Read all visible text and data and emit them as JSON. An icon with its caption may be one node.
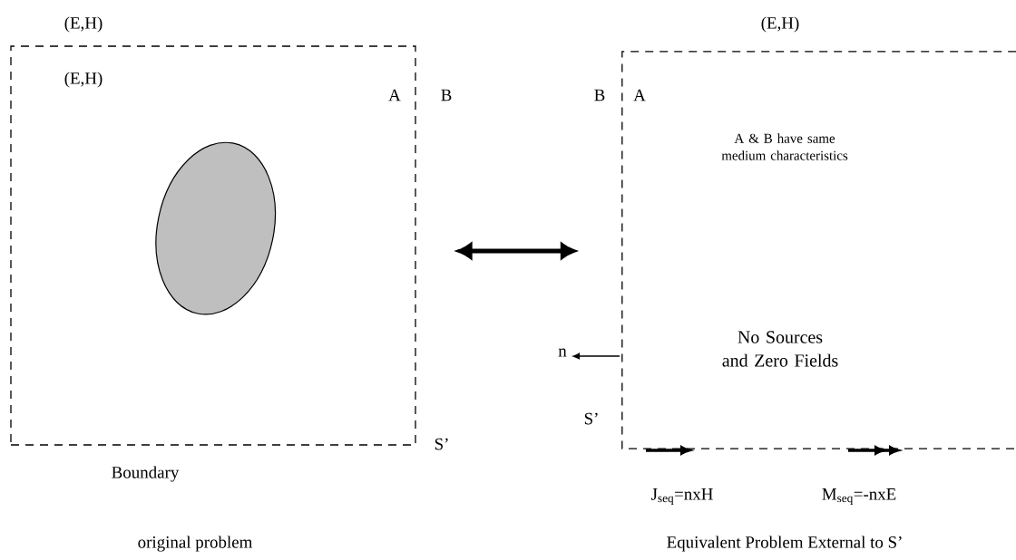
{
  "diagram": {
    "nodes": [
      {
        "text": [],
        "shape": "box"
      },
      {
        "text": [],
        "shape": "blob",
        "in": 0
      },
      {
        "text": [],
        "shape": "box"
      }
    ],
    "edges": [
      {
        "from": 0,
        "to": 2,
        "arrow": "both"
      }
    ],
    "labels": [
      "(E,H)",
      "(E,H)",
      "(E,H)",
      "A",
      "B",
      "B",
      "A",
      "A & B have same medium characteristics",
      "n",
      "No Sources and Zero Fields",
      "S’",
      "S’",
      "Boundary",
      "J$_{seq}$=nxH",
      "M$_{seq}$=-nxE",
      "original problem",
      "Equivalent Problem External to S’"
    ]
  }
}
